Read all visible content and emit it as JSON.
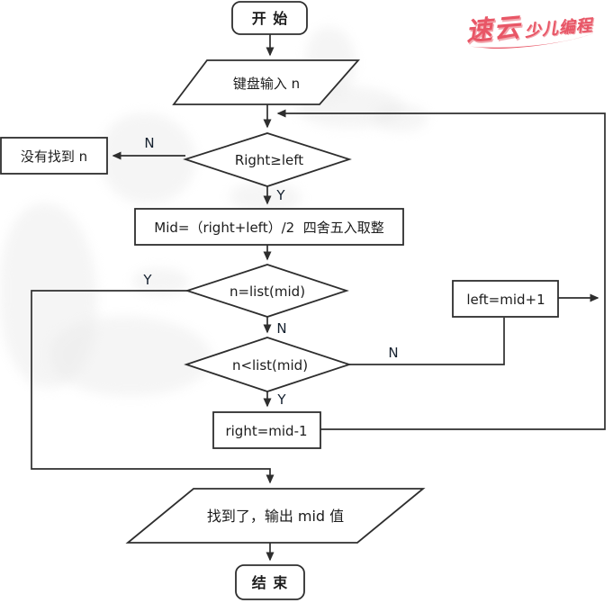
{
  "logo": {
    "main": "速云",
    "sub": "少儿编程",
    "color": "#e85666"
  },
  "flowchart": {
    "nodes": {
      "start": "开 始",
      "input_n": "键盘输入 n",
      "cond_right_geq_left": "Right≥left",
      "not_found": "没有找到 n",
      "mid_formula": "Mid=（right+left）/2  四舍五入取整",
      "cond_n_eq_list_mid": "n=list(mid)",
      "left_update": "left=mid+1",
      "cond_n_lt_list_mid": "n<list(mid)",
      "right_update": "right=mid-1",
      "output_mid": "找到了，输出 mid 值",
      "end": "结 束"
    },
    "edge_labels": {
      "right_geq_left_no": "N",
      "right_geq_left_yes": "Y",
      "n_eq_yes": "Y",
      "n_eq_no": "N",
      "n_lt_no": "N",
      "n_lt_yes": "Y"
    },
    "line_color": "#2e2e2e"
  }
}
